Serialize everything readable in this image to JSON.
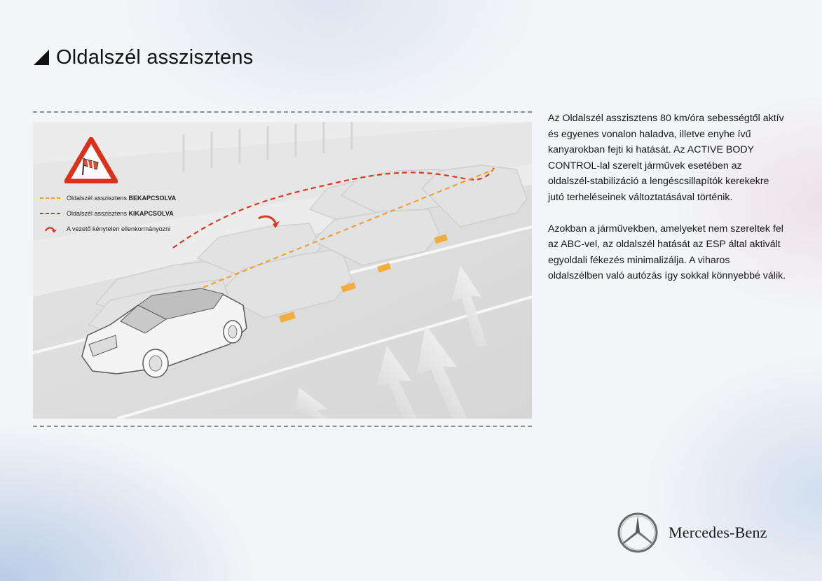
{
  "title": "Oldalszél asszisztens",
  "legend": [
    {
      "prefix": "Oldalszél asszisztens ",
      "emph": "BEKAPCSOLVA",
      "icon": "dashed-orange-line",
      "color": "#f0a030"
    },
    {
      "prefix": "Oldalszél asszisztens ",
      "emph": "KIKAPCSOLVA",
      "icon": "dashed-red-line",
      "color": "#d63a1e"
    },
    {
      "prefix": "A vezető kénytelen ellenkormányozni",
      "emph": "",
      "icon": "red-curved-arrow",
      "color": "#d63a1e"
    }
  ],
  "paragraphs": [
    "Az Oldalszél asszisztens 80 km/óra sebességtől aktív és egyenes vonalon haladva, illetve enyhe ívű kanyarokban fejti ki hatását. Az ACTIVE BODY CONTROL-lal szerelt járművek esetében az oldalszél-stabilizáció a lengéscsillapítók kerekekre jutó terheléseinek változtatásával történik.",
    "Azokban a járművekben, amelyeket nem szereltek fel az ABC-vel, az oldalszél hatását az ESP által aktivált egyoldali fékezés minimalizálja. A viharos oldalszélben való autózás így sokkal könnyebbé válik."
  ],
  "brand": {
    "name": "Mercedes-Benz"
  },
  "colors": {
    "on_path": "#f0a030",
    "off_path": "#d63a1e",
    "sign_red": "#d8321c",
    "brake_glow": "#f5a623"
  }
}
